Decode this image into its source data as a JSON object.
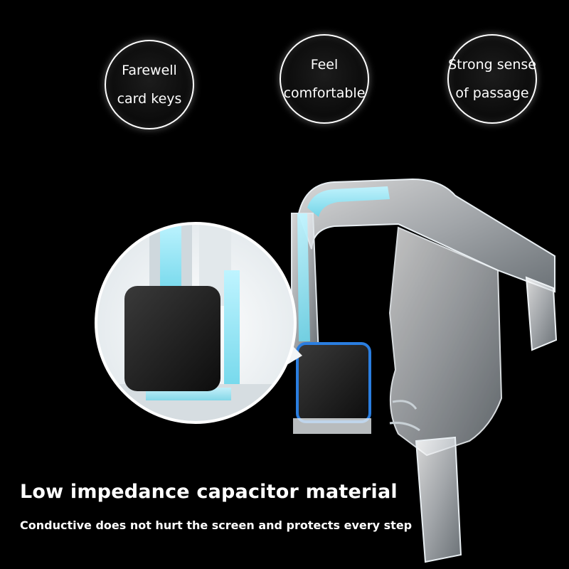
{
  "features": [
    {
      "line1": "Farewell",
      "line2": "card keys"
    },
    {
      "line1": "Feel",
      "line2": "comfortable"
    },
    {
      "line1": "Strong sense",
      "line2": "of passage"
    }
  ],
  "headline": "Low impedance capacitor material",
  "subline": "Conductive does not hurt the screen and protects every step"
}
